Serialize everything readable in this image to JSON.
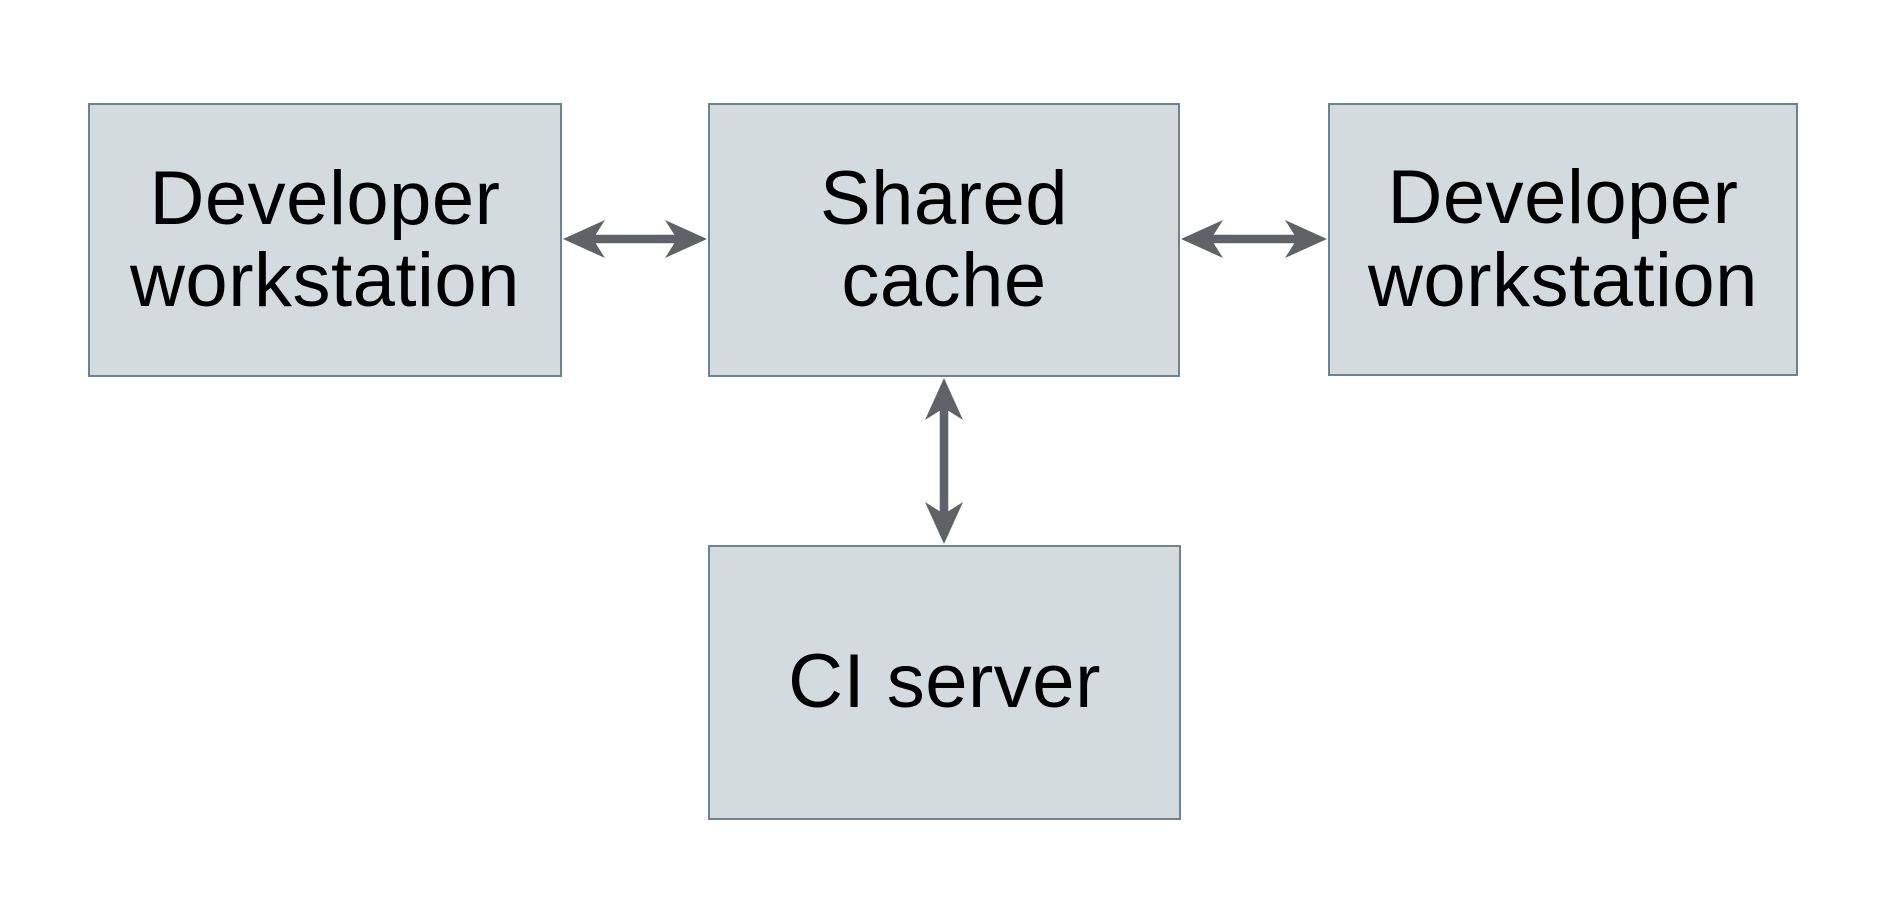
{
  "colors": {
    "background": "#ffffff",
    "node_fill": "#d4dbde",
    "node_border": "#6a8592",
    "arrow": "#5f6368",
    "text": "#000000"
  },
  "nodes": [
    {
      "id": "developer-workstation-left",
      "label": "Developer\nworkstation"
    },
    {
      "id": "shared-cache",
      "label": "Shared\ncache"
    },
    {
      "id": "developer-workstation-right",
      "label": "Developer\nworkstation"
    },
    {
      "id": "ci-server",
      "label": "CI server"
    }
  ],
  "edges": [
    {
      "from": "developer-workstation-left",
      "to": "shared-cache",
      "direction": "bidirectional"
    },
    {
      "from": "developer-workstation-right",
      "to": "shared-cache",
      "direction": "bidirectional"
    },
    {
      "from": "ci-server",
      "to": "shared-cache",
      "direction": "bidirectional"
    }
  ]
}
